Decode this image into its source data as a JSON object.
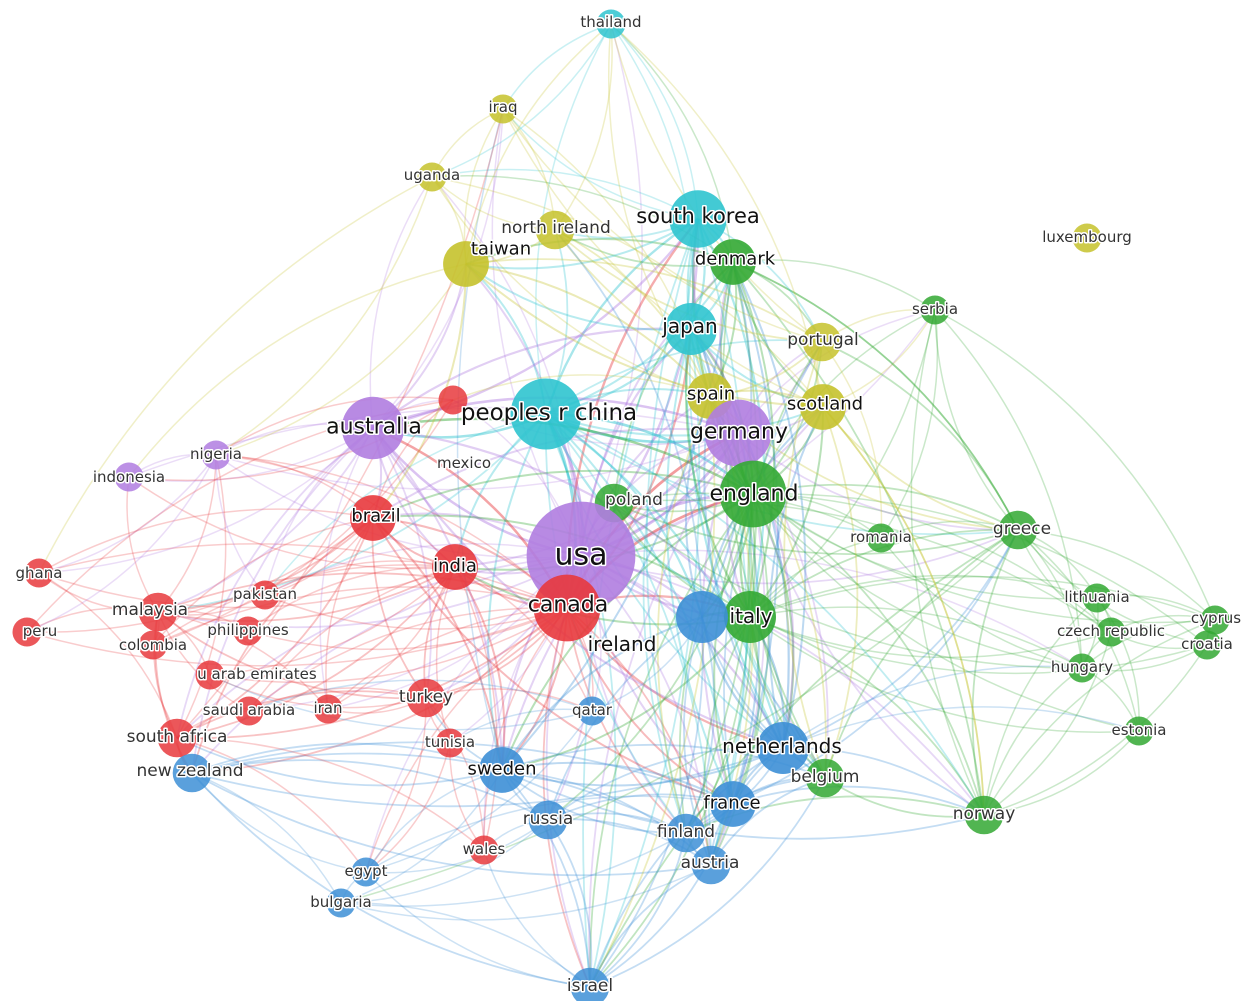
{
  "cluster_colors": {
    "red": "#e8393d",
    "green": "#33a833",
    "blue": "#3d8fd6",
    "yellow": "#c5c22c",
    "purple": "#b07de0",
    "cyan": "#2fc4cf"
  },
  "nodes": [
    {
      "id": "thailand",
      "label": "thailand",
      "cluster": "cyan",
      "weight": 1
    },
    {
      "id": "iraq",
      "label": "iraq",
      "cluster": "yellow",
      "weight": 1
    },
    {
      "id": "uganda",
      "label": "uganda",
      "cluster": "yellow",
      "weight": 1
    },
    {
      "id": "north-ireland",
      "label": "north ireland",
      "cluster": "yellow",
      "weight": 2
    },
    {
      "id": "south-korea",
      "label": "south korea",
      "cluster": "cyan",
      "weight": 5
    },
    {
      "id": "luxembourg",
      "label": "luxembourg",
      "cluster": "yellow",
      "weight": 1
    },
    {
      "id": "taiwan",
      "label": "taiwan",
      "cluster": "yellow",
      "weight": 3
    },
    {
      "id": "denmark",
      "label": "denmark",
      "cluster": "green",
      "weight": 3
    },
    {
      "id": "serbia",
      "label": "serbia",
      "cluster": "green",
      "weight": 1
    },
    {
      "id": "japan",
      "label": "japan",
      "cluster": "cyan",
      "weight": 4
    },
    {
      "id": "portugal",
      "label": "portugal",
      "cluster": "yellow",
      "weight": 2
    },
    {
      "id": "spain",
      "label": "spain",
      "cluster": "yellow",
      "weight": 3
    },
    {
      "id": "scotland",
      "label": "scotland",
      "cluster": "yellow",
      "weight": 3
    },
    {
      "id": "peoples-r-china",
      "label": "peoples r china",
      "cluster": "cyan",
      "weight": 8
    },
    {
      "id": "germany",
      "label": "germany",
      "cluster": "purple",
      "weight": 7
    },
    {
      "id": "australia",
      "label": "australia",
      "cluster": "purple",
      "weight": 6
    },
    {
      "id": "nigeria",
      "label": "nigeria",
      "cluster": "purple",
      "weight": 1
    },
    {
      "id": "mexico",
      "label": "mexico",
      "cluster": "red",
      "weight": 1
    },
    {
      "id": "indonesia",
      "label": "indonesia",
      "cluster": "purple",
      "weight": 1
    },
    {
      "id": "poland",
      "label": "poland",
      "cluster": "green",
      "weight": 2
    },
    {
      "id": "england",
      "label": "england",
      "cluster": "green",
      "weight": 7
    },
    {
      "id": "brazil",
      "label": "brazil",
      "cluster": "red",
      "weight": 3
    },
    {
      "id": "romania",
      "label": "romania",
      "cluster": "green",
      "weight": 1
    },
    {
      "id": "greece",
      "label": "greece",
      "cluster": "green",
      "weight": 2
    },
    {
      "id": "usa",
      "label": "usa",
      "cluster": "purple",
      "weight": 20
    },
    {
      "id": "india",
      "label": "india",
      "cluster": "red",
      "weight": 3
    },
    {
      "id": "ghana",
      "label": "ghana",
      "cluster": "red",
      "weight": 1
    },
    {
      "id": "canada",
      "label": "canada",
      "cluster": "red",
      "weight": 7
    },
    {
      "id": "lithuania",
      "label": "lithuania",
      "cluster": "green",
      "weight": 1
    },
    {
      "id": "pakistan",
      "label": "pakistan",
      "cluster": "red",
      "weight": 1
    },
    {
      "id": "malaysia",
      "label": "malaysia",
      "cluster": "red",
      "weight": 2
    },
    {
      "id": "italy",
      "label": "italy",
      "cluster": "green",
      "weight": 4
    },
    {
      "id": "cyprus",
      "label": "cyprus",
      "cluster": "green",
      "weight": 1
    },
    {
      "id": "peru",
      "label": "peru",
      "cluster": "red",
      "weight": 1
    },
    {
      "id": "philippines",
      "label": "philippines",
      "cluster": "red",
      "weight": 1
    },
    {
      "id": "czech-republic",
      "label": "czech republic",
      "cluster": "green",
      "weight": 1
    },
    {
      "id": "colombia",
      "label": "colombia",
      "cluster": "red",
      "weight": 1
    },
    {
      "id": "ireland",
      "label": "ireland",
      "cluster": "blue",
      "weight": 4
    },
    {
      "id": "croatia",
      "label": "croatia",
      "cluster": "green",
      "weight": 1
    },
    {
      "id": "u-arab-emirates",
      "label": "u arab emirates",
      "cluster": "red",
      "weight": 1
    },
    {
      "id": "hungary",
      "label": "hungary",
      "cluster": "green",
      "weight": 1
    },
    {
      "id": "turkey",
      "label": "turkey",
      "cluster": "red",
      "weight": 2
    },
    {
      "id": "iran",
      "label": "iran",
      "cluster": "red",
      "weight": 1
    },
    {
      "id": "saudi-arabia",
      "label": "saudi arabia",
      "cluster": "red",
      "weight": 1
    },
    {
      "id": "qatar",
      "label": "qatar",
      "cluster": "blue",
      "weight": 1
    },
    {
      "id": "estonia",
      "label": "estonia",
      "cluster": "green",
      "weight": 1
    },
    {
      "id": "south-africa",
      "label": "south africa",
      "cluster": "red",
      "weight": 2
    },
    {
      "id": "tunisia",
      "label": "tunisia",
      "cluster": "red",
      "weight": 1
    },
    {
      "id": "netherlands",
      "label": "netherlands",
      "cluster": "blue",
      "weight": 4
    },
    {
      "id": "new-zealand",
      "label": "new zealand",
      "cluster": "blue",
      "weight": 2
    },
    {
      "id": "sweden",
      "label": "sweden",
      "cluster": "blue",
      "weight": 3
    },
    {
      "id": "belgium",
      "label": "belgium",
      "cluster": "green",
      "weight": 2
    },
    {
      "id": "france",
      "label": "france",
      "cluster": "blue",
      "weight": 3
    },
    {
      "id": "norway",
      "label": "norway",
      "cluster": "green",
      "weight": 2
    },
    {
      "id": "russia",
      "label": "russia",
      "cluster": "blue",
      "weight": 2
    },
    {
      "id": "finland",
      "label": "finland",
      "cluster": "blue",
      "weight": 2
    },
    {
      "id": "wales",
      "label": "wales",
      "cluster": "red",
      "weight": 1
    },
    {
      "id": "austria",
      "label": "austria",
      "cluster": "blue",
      "weight": 2
    },
    {
      "id": "egypt",
      "label": "egypt",
      "cluster": "blue",
      "weight": 1
    },
    {
      "id": "bulgaria",
      "label": "bulgaria",
      "cluster": "blue",
      "weight": 1
    },
    {
      "id": "israel",
      "label": "israel",
      "cluster": "blue",
      "weight": 2
    }
  ]
}
